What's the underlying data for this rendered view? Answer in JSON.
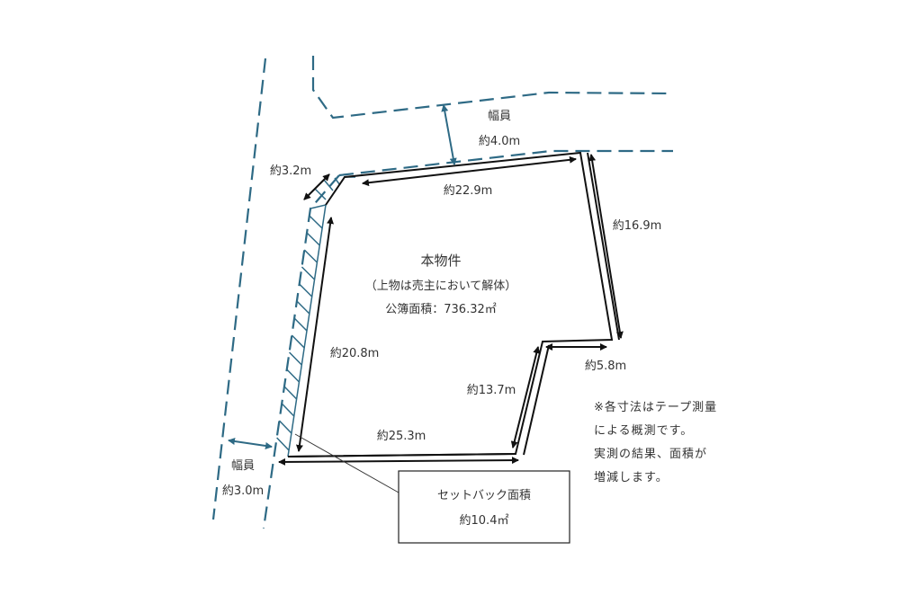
{
  "colors": {
    "road": "#2e6a85",
    "line": "#111111",
    "text": "#333333"
  },
  "north_road": {
    "label": "幅員",
    "width": "約4.0m"
  },
  "west_road": {
    "label": "幅員",
    "width": "約3.0m"
  },
  "dimensions": {
    "chamfer": "約3.2m",
    "north": "約22.9m",
    "east": "約16.9m",
    "west": "約20.8m",
    "step": "約5.8m",
    "inner_east": "約13.7m",
    "south": "約25.3m"
  },
  "property": {
    "title": "本物件",
    "note": "（上物は売主において解体）",
    "area": "公簿面積：736.32㎡"
  },
  "setback": {
    "title": "セットバック面積",
    "area": "約10.4㎡"
  },
  "disclaimer": [
    "※各寸法はテープ測量",
    "による概測です。",
    "実測の結果、面積が",
    "増減します。"
  ]
}
